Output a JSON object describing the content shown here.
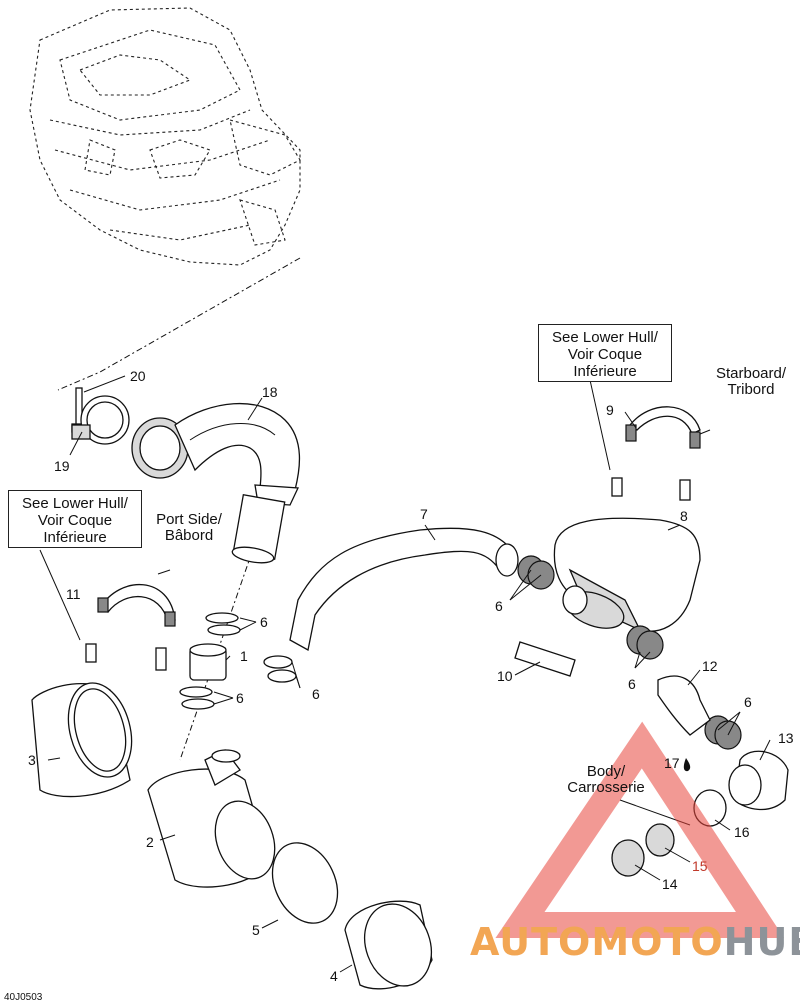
{
  "notes": {
    "lower_hull_right": [
      "See Lower Hull/",
      "Voir Coque",
      "Inférieure"
    ],
    "lower_hull_left": [
      "See Lower Hull/",
      "Voir Coque",
      "Inférieure"
    ],
    "starboard": [
      "Starboard/",
      "Tribord"
    ],
    "port_side": [
      "Port Side/",
      "Bâbord"
    ],
    "body": [
      "Body/",
      "Carrosserie"
    ]
  },
  "callouts": {
    "c1": "1",
    "c2": "2",
    "c3": "3",
    "c4": "4",
    "c5": "5",
    "c6a": "6",
    "c6b": "6",
    "c6c": "6",
    "c6d": "6",
    "c6e": "6",
    "c6f": "6",
    "c7": "7",
    "c8": "8",
    "c9": "9",
    "c10": "10",
    "c11": "11",
    "c12": "12",
    "c13": "13",
    "c14": "14",
    "c15": "15",
    "c16": "16",
    "c17": "17",
    "c18": "18",
    "c19": "19",
    "c20": "20"
  },
  "figure_id": "40J0503",
  "watermark": {
    "word1": "AUTO",
    "word2": "MOTO",
    "word3": "HUB",
    "color_orange": "#f2a654",
    "color_gray": "#8d9399",
    "color_red": "#e8463c"
  }
}
